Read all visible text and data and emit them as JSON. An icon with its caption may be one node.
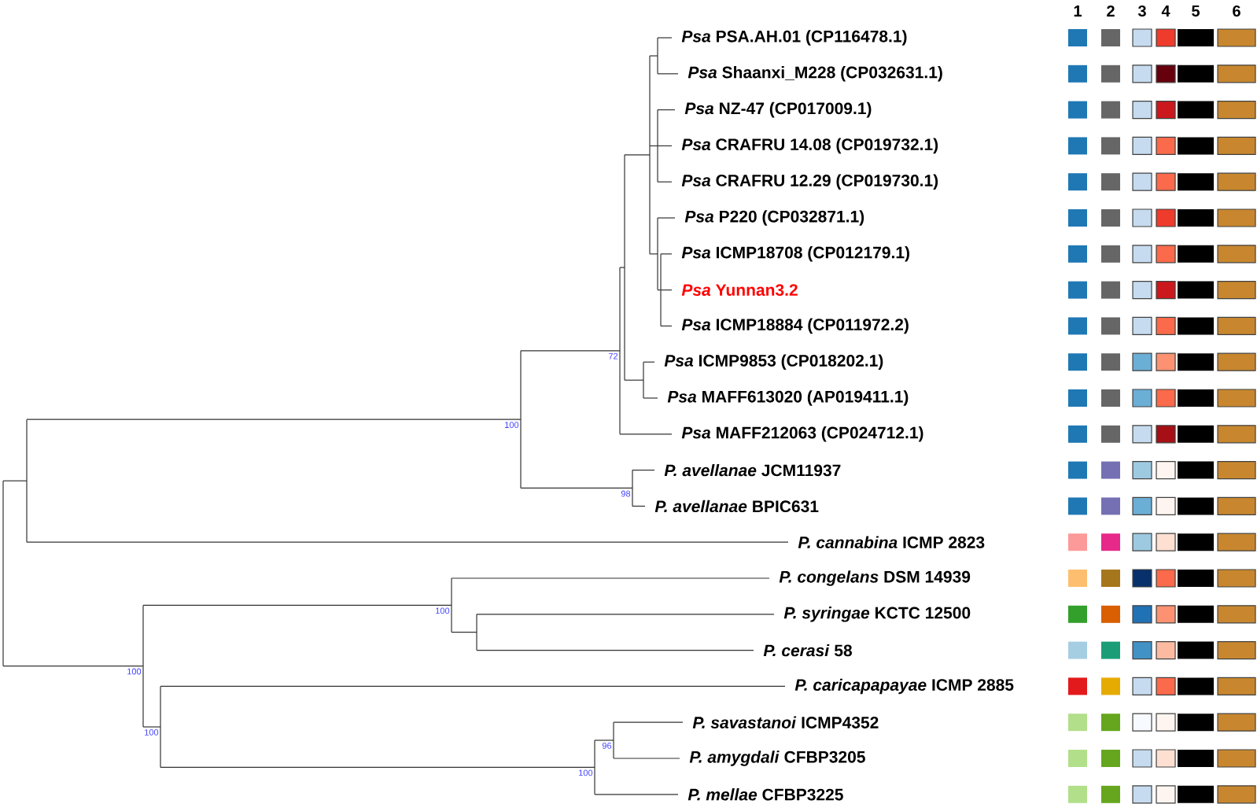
{
  "diagram": {
    "labels": [
      "1",
      "2",
      "3",
      "4",
      "5",
      "6",
      "*Psa* PSA.AH.01 (CP116478.1)",
      "*Psa* Shaanxi_M228 (CP032631.1)",
      "*Psa* NZ-47 (CP017009.1)",
      "*Psa* CRAFRU 14.08 (CP019732.1)",
      "*Psa* CRAFRU 12.29 (CP019730.1)",
      "*Psa* P220 (CP032871.1)",
      "*Psa* ICMP18708 (CP012179.1)",
      "*Psa* Yunnan3.2",
      "*Psa* ICMP18884 (CP011972.2)",
      "*Psa* ICMP9853 (CP018202.1)",
      "*Psa* MAFF613020 (AP019411.1)",
      "*Psa* MAFF212063 (CP024712.1)",
      "*P. avellanae* JCM11937",
      "*P. avellanae* BPIC631",
      "*P. cannabina* ICMP 2823",
      "*P. congelans* DSM 14939",
      "*P. syringae* KCTC 12500",
      "*P. cerasi* 58",
      "*P. caricapapayae* ICMP 2885",
      "*P. savastanoi* ICMP4352",
      "*P. amygdali* CFBP3205",
      "*P. mellae* CFBP3225",
      "72",
      "100",
      "98",
      "100",
      "100",
      "100",
      "96",
      "100"
    ]
  }
}
